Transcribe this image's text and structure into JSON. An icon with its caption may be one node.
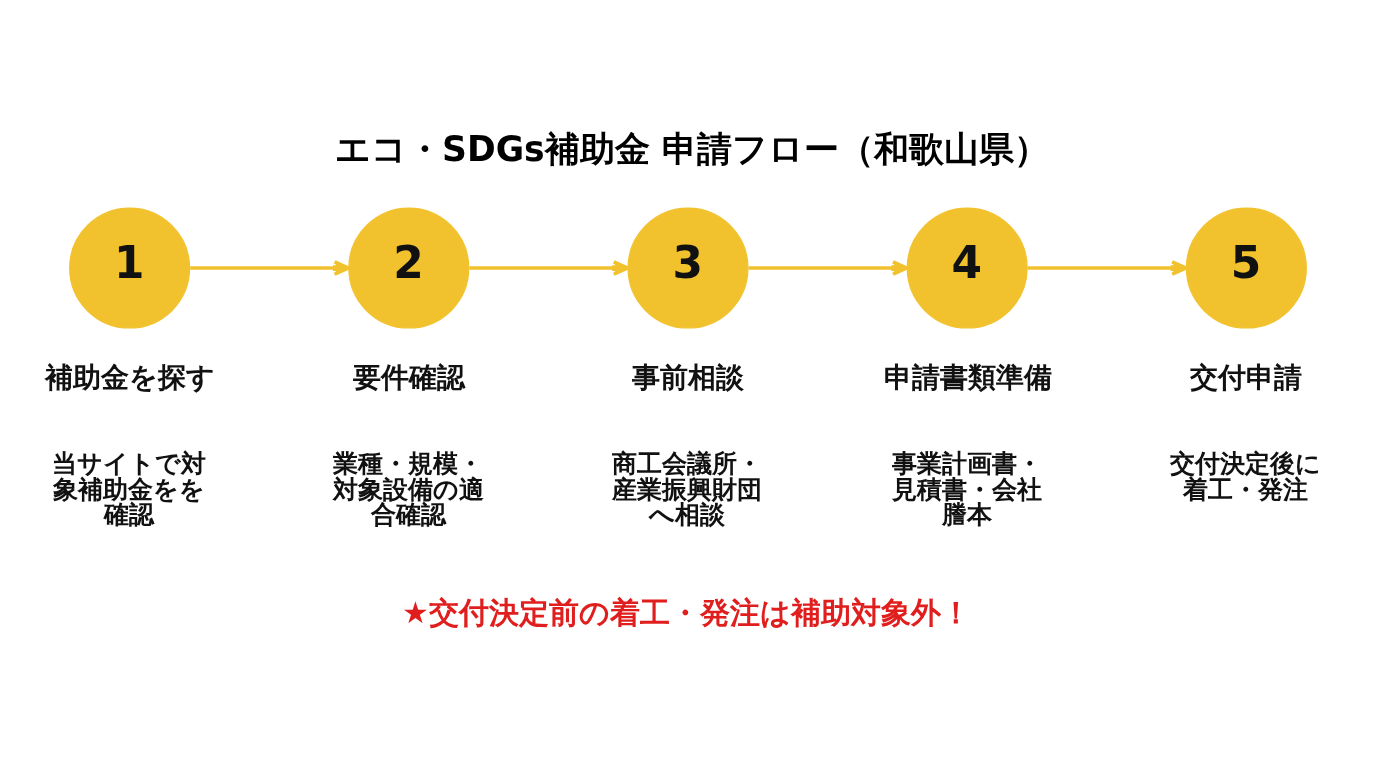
{
  "diagram": {
    "title": "エコ・SDGs補助金 申請フロー（和歌山県）",
    "nodes": [
      {
        "text": [
          "1"
        ],
        "beside": [
          "補助金を探す",
          "当サイトで対象補助金をを確認"
        ]
      },
      {
        "text": [
          "2"
        ],
        "beside": [
          "要件確認",
          "業種・規模・対象設備の適合確認"
        ]
      },
      {
        "text": [
          "3"
        ],
        "beside": [
          "事前相談",
          "商工会議所・産業振興財団へ相談"
        ]
      },
      {
        "text": [
          "4"
        ],
        "beside": [
          "申請書類準備",
          "事業計画書・見積書・会社謄本"
        ]
      },
      {
        "text": [
          "5"
        ],
        "beside": [
          "交付申請",
          "交付決定後に着工・発注"
        ]
      }
    ],
    "edges": [
      {
        "from": 0,
        "to": 1,
        "arrow": "to"
      },
      {
        "from": 1,
        "to": 2,
        "arrow": "to"
      },
      {
        "from": 2,
        "to": 3,
        "arrow": "to"
      },
      {
        "from": 3,
        "to": 4,
        "arrow": "to"
      }
    ],
    "labels": [
      "★交付決定前の着工・発注は補助対象外！"
    ]
  }
}
